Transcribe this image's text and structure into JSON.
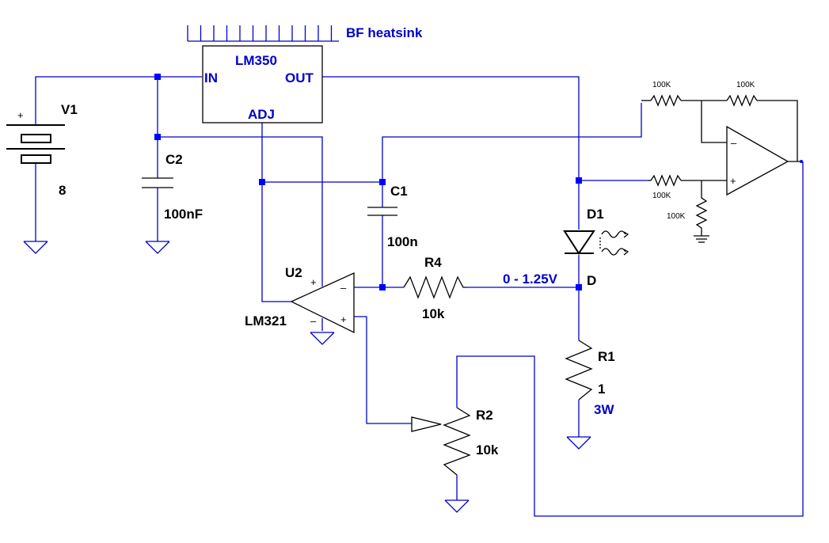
{
  "heatsink_label": "BF heatsink",
  "regulator": {
    "name": "LM350",
    "pin_in": "IN",
    "pin_out": "OUT",
    "pin_adj": "ADJ"
  },
  "v1": {
    "name": "V1",
    "value": "8",
    "plus": "+"
  },
  "c2": {
    "name": "C2",
    "value": "100nF"
  },
  "c1": {
    "name": "C1",
    "value": "100n"
  },
  "u2": {
    "name": "U2",
    "part": "LM321",
    "plus": "+",
    "minus": "–"
  },
  "u2_pins_lower": {
    "minus": "–",
    "plus": "+"
  },
  "r4": {
    "name": "R4",
    "value": "10k"
  },
  "net_label_voltage": "0 - 1.25V",
  "net_label_d": "D",
  "d1": {
    "name": "D1"
  },
  "r1": {
    "name": "R1",
    "value": "1",
    "power": "3W"
  },
  "r2": {
    "name": "R2",
    "value": "10k"
  },
  "diff_amp": {
    "r_top_left": "100K",
    "r_top_right": "100K",
    "r_bottom_left": "100K",
    "r_bottom_shunt": "100K",
    "minus": "–",
    "plus": "+"
  },
  "colors": {
    "wire": "#0000cc",
    "junction": "#0000ff",
    "component": "#000000",
    "background": "#ffffff"
  }
}
